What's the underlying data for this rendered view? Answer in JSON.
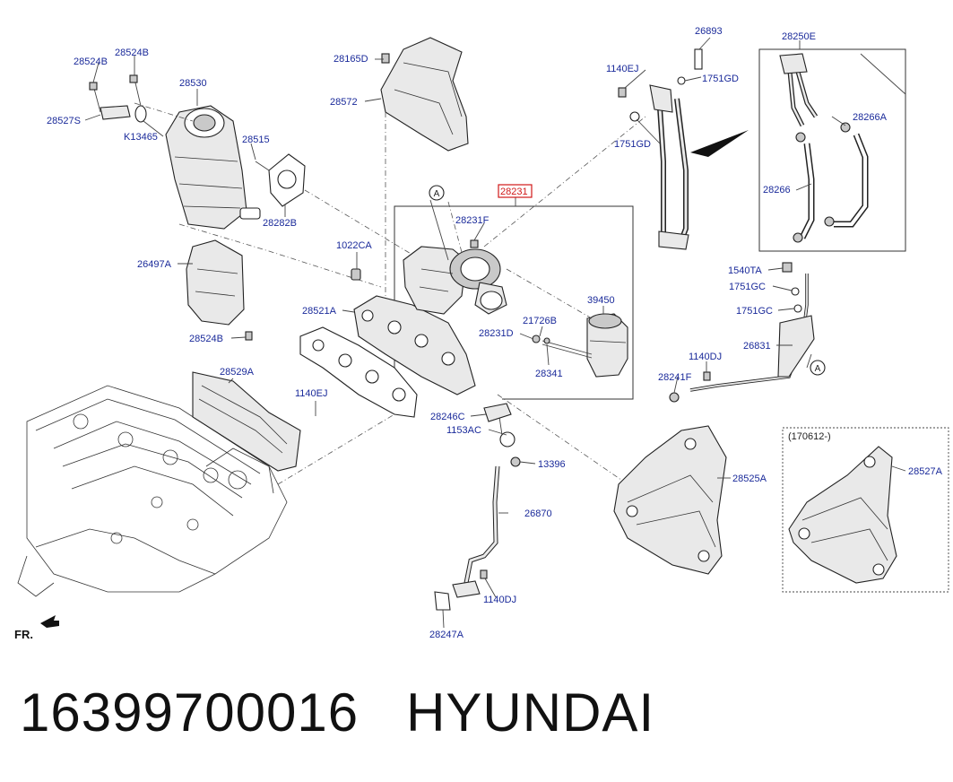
{
  "labels": {
    "l28524B_a": "28524B",
    "l28524B_b": "28524B",
    "l28530": "28530",
    "l28527S": "28527S",
    "lK13465": "K13465",
    "l28515": "28515",
    "l28282B": "28282B",
    "l28165D": "28165D",
    "l28572": "28572",
    "l1140EJ_top": "1140EJ",
    "l1751GD_a": "1751GD",
    "l1751GD_b": "1751GD",
    "l26893": "26893",
    "l28250E": "28250E",
    "l28266A": "28266A",
    "l28266": "28266",
    "l28231": "28231",
    "l28231F": "28231F",
    "l1022CA": "1022CA",
    "l26497A": "26497A",
    "l28521A": "28521A",
    "l39450": "39450",
    "l21726B": "21726B",
    "l28231D": "28231D",
    "l28341": "28341",
    "l28524B_c": "28524B",
    "l28529A": "28529A",
    "l1140EJ_mid": "1140EJ",
    "l28246C": "28246C",
    "l1153AC": "1153AC",
    "l13396": "13396",
    "l26870": "26870",
    "l1140DJ_low": "1140DJ",
    "l28247A": "28247A",
    "l1540TA": "1540TA",
    "l1751GC_a": "1751GC",
    "l1751GC_b": "1751GC",
    "l26831": "26831",
    "l1140DJ_mid": "1140DJ",
    "l28241F": "28241F",
    "l28525A": "28525A",
    "l28527A": "28527A",
    "date_note": "(170612-)",
    "ref_A1": "A",
    "ref_A2": "A",
    "fr": "FR."
  },
  "footer": {
    "part_number": "16399700016",
    "brand": "HYUNDAI"
  },
  "colors": {
    "label": "#1a2a9a",
    "highlight": "#d01818"
  }
}
